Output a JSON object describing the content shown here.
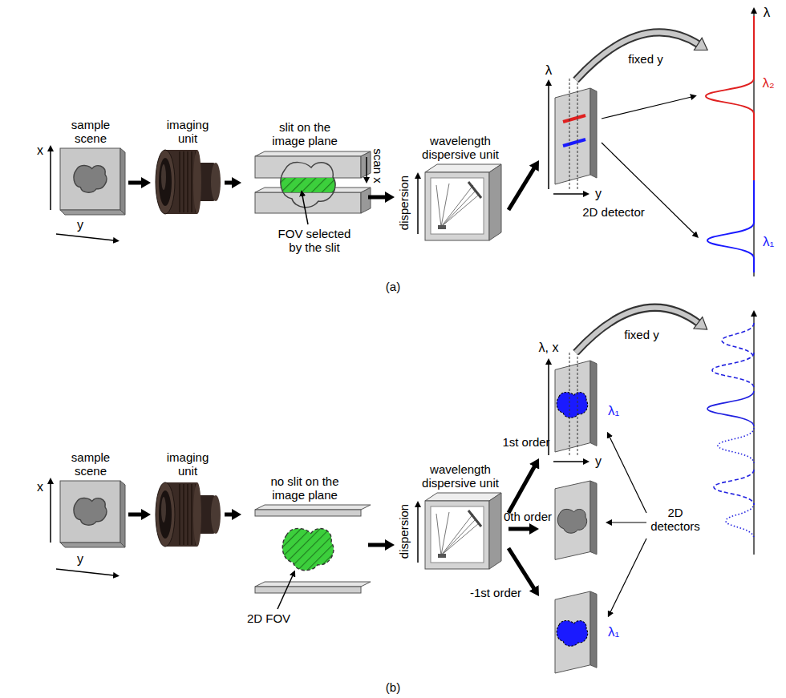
{
  "diagram": {
    "nodes": [
      {
        "text": [
          "sample scene"
        ]
      },
      {
        "text": [
          "imaging unit"
        ]
      },
      {
        "text": [
          "slit on the image plane"
        ]
      },
      {
        "text": [
          "wavelength dispersive unit",
          "dispersion"
        ]
      },
      {
        "text": [
          "2D detector"
        ]
      },
      {
        "text": [
          "sample scene"
        ]
      },
      {
        "text": [
          "imaging unit"
        ]
      },
      {
        "text": [
          "no slit on the image plane"
        ]
      },
      {
        "text": [
          "wavelength dispersive unit",
          "dispersion"
        ]
      },
      {
        "text": [
          "λ₁"
        ]
      },
      {
        "text": [
          "2D detectors"
        ]
      },
      {
        "text": [
          "λ₁"
        ]
      }
    ],
    "edges": [
      {
        "from": 0,
        "to": 1,
        "arrow": "to"
      },
      {
        "from": 1,
        "to": 2,
        "arrow": "to"
      },
      {
        "from": 2,
        "to": 3,
        "arrow": "to"
      },
      {
        "from": 3,
        "to": 4,
        "arrow": "to"
      },
      {
        "from": 5,
        "to": 6,
        "arrow": "to"
      },
      {
        "from": 6,
        "to": 7,
        "arrow": "to"
      },
      {
        "from": 7,
        "to": 8,
        "arrow": "to"
      },
      {
        "from": 8,
        "to": 9,
        "arrow": "to",
        "label": "1st order"
      },
      {
        "from": 8,
        "to": 10,
        "arrow": "to",
        "label": "0th order"
      },
      {
        "from": 8,
        "to": 11,
        "arrow": "to",
        "label": "-1st order"
      }
    ],
    "labels": [
      "x",
      "y",
      "scan x",
      "FOV selected by the slit",
      "λ",
      "y",
      "fixed y",
      "λ",
      "λ₂",
      "λ₁",
      "(a)",
      "x",
      "y",
      "2D FOV",
      "λ, x",
      "y",
      "fixed y",
      "(b)"
    ]
  }
}
